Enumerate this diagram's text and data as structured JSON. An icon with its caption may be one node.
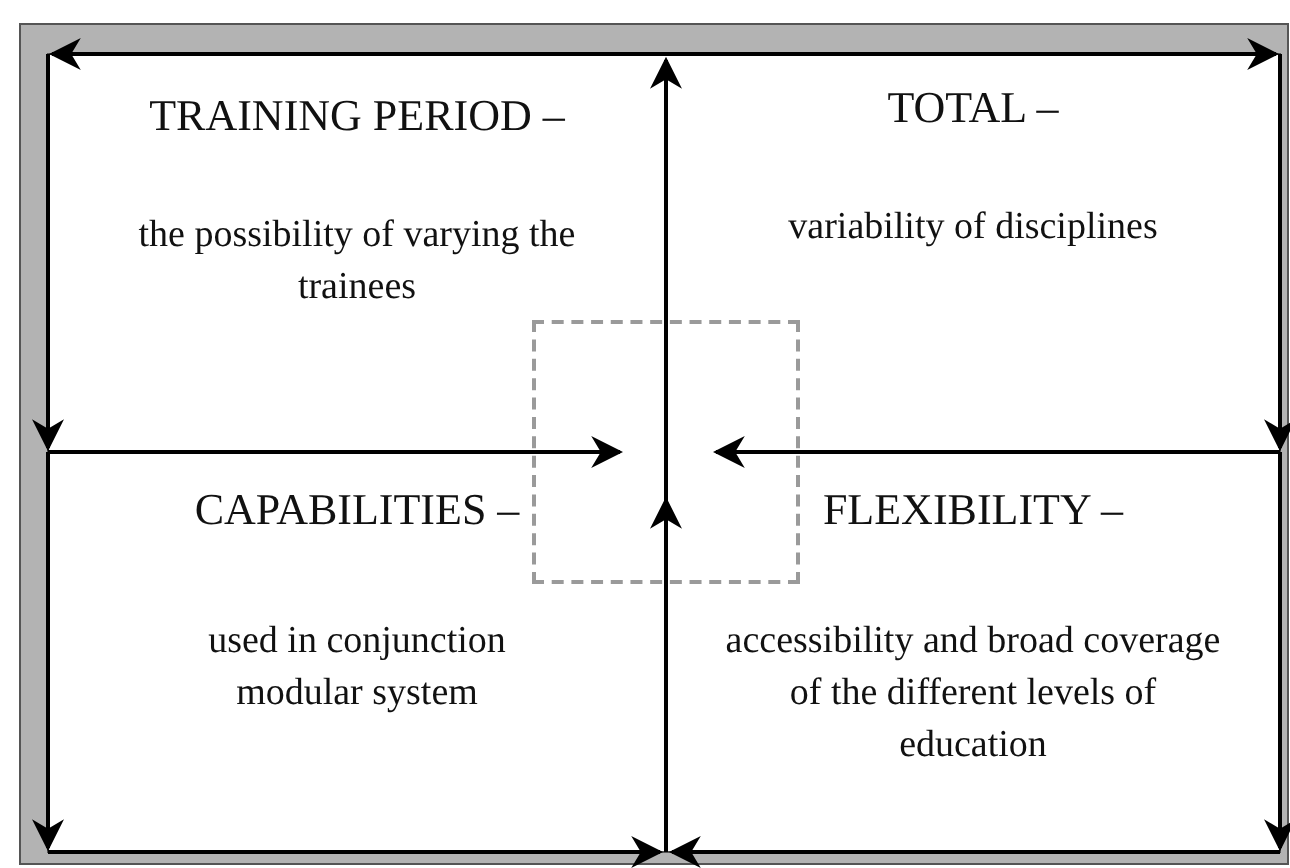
{
  "diagram": {
    "nodes": [
      {
        "text": [
          "TRAINING PERIOD –",
          "the possibility of varying the trainees"
        ]
      },
      {
        "text": [
          "TOTAL –",
          "variability of disciplines"
        ]
      },
      {
        "text": [
          "CAPABILITIES –",
          "used in conjunction modular system"
        ]
      },
      {
        "text": [
          "FLEXIBILITY –",
          "accessibility and broad coverage of the different levels of education"
        ]
      },
      {
        "text": [],
        "shape": "box"
      }
    ],
    "edges": []
  }
}
